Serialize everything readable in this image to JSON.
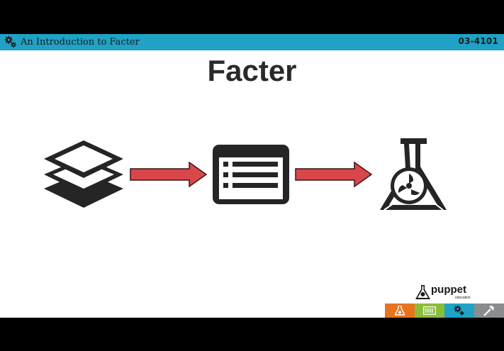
{
  "header": {
    "course_title": "An Introduction to Facter",
    "course_code": "03-4101",
    "accent_color": "#1fa2c6"
  },
  "slide": {
    "title": "Facter",
    "diagram": {
      "nodes": [
        "layers-icon",
        "list-icon",
        "flask-icon"
      ],
      "arrow_color": "#d9474b"
    }
  },
  "branding": {
    "logo_word": "puppet",
    "logo_sub": "education"
  },
  "footer_tabs": [
    {
      "icon": "flask-icon",
      "color": "#e8731e"
    },
    {
      "icon": "keyboard-icon",
      "color": "#8bbd3a"
    },
    {
      "icon": "gears-icon",
      "color": "#1fa2c6"
    },
    {
      "icon": "hammer-icon",
      "color": "#8a8d8f"
    }
  ]
}
